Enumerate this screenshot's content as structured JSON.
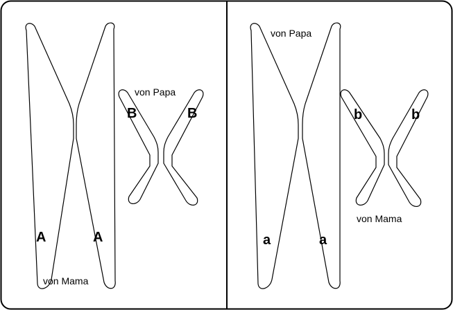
{
  "panels": [
    {
      "large": {
        "allele_left": "A",
        "allele_right": "A",
        "origin": "von Mama"
      },
      "small": {
        "allele_left": "B",
        "allele_right": "B",
        "origin": "von Papa"
      }
    },
    {
      "large": {
        "allele_left": "a",
        "allele_right": "a",
        "origin": "von Papa"
      },
      "small": {
        "allele_left": "b",
        "allele_right": "b",
        "origin": "von Mama"
      }
    }
  ]
}
